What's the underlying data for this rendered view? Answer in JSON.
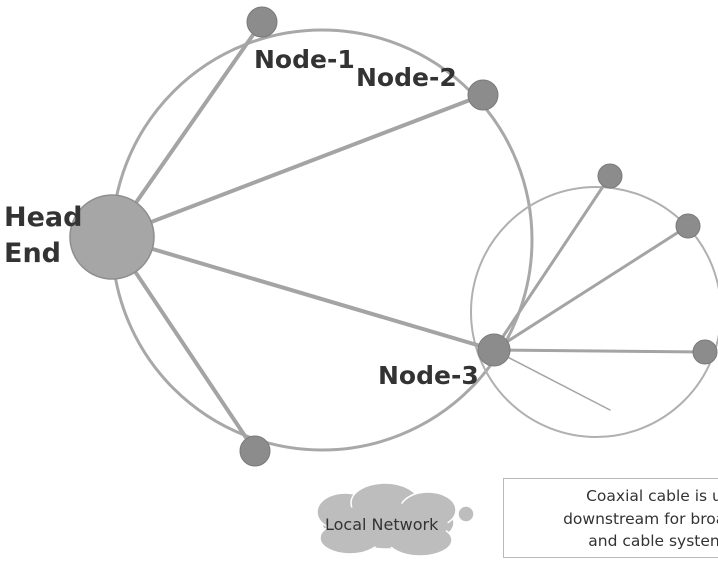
{
  "diagram": {
    "head_end_label": [
      "Head",
      "End"
    ],
    "node_labels": {
      "node1": "Node-1",
      "node2": "Node-2",
      "node3": "Node-3"
    },
    "cloud_label": "Local Network",
    "note_lines": [
      "Coaxial cable is u",
      "downstream for broadb",
      "and cable systen"
    ]
  }
}
